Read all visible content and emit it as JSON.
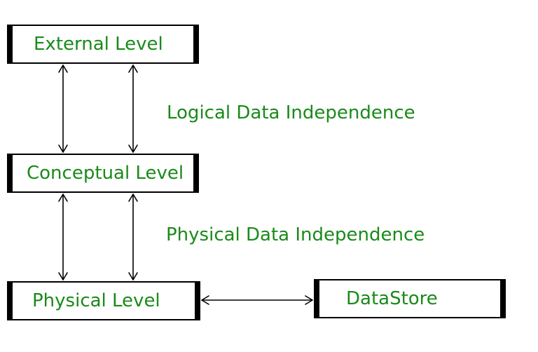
{
  "colors": {
    "label": "#1a8a1a",
    "box_border": "#000000",
    "arrow": "#000000"
  },
  "diagram": {
    "boxes": {
      "external": "External Level",
      "conceptual": "Conceptual Level",
      "physical": "Physical Level",
      "datastore": "DataStore"
    },
    "independence_labels": {
      "logical": "Logical Data Independence",
      "physical": "Physical Data Independence"
    }
  }
}
